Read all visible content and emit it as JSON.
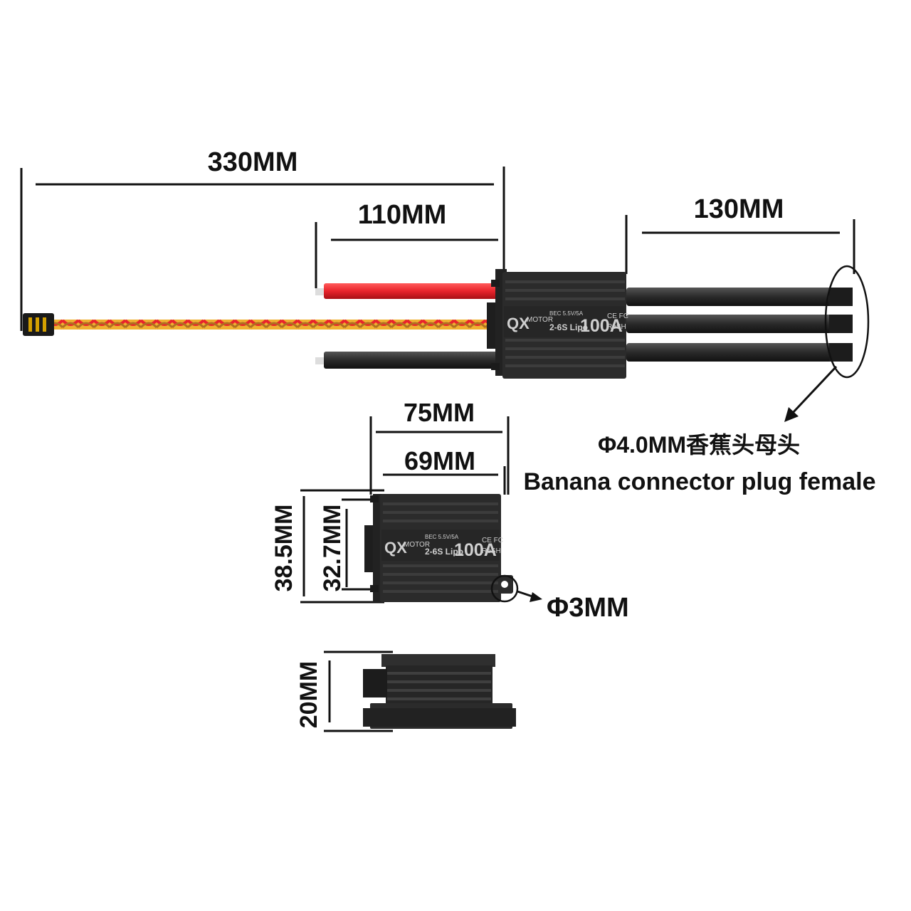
{
  "dimensions": {
    "total_length": "330MM",
    "power_lead": "110MM",
    "motor_lead": "130MM",
    "mount_outer": "75MM",
    "mount_inner": "69MM",
    "height_outer": "38.5MM",
    "height_inner": "32.7MM",
    "hole": "Φ3MM",
    "thickness": "20MM"
  },
  "connector": {
    "label_cn": "Φ4.0MM香蕉头母头",
    "label_en": "Banana connector plug female"
  },
  "esc_label": {
    "brand": "QX",
    "brand_sub": "MOTOR",
    "spec_small": "BEC 5.5V/5A",
    "spec_cells": "2-6S Lipo",
    "current": "100A",
    "cert": "CE FC",
    "rohs": "RoSH"
  },
  "colors": {
    "esc_body": "#2b2b2b",
    "esc_fin": "#3a3a3a",
    "red_wire": "#e8242c",
    "black_wire": "#2a2a2a",
    "servo_wire": "#e0a020"
  }
}
